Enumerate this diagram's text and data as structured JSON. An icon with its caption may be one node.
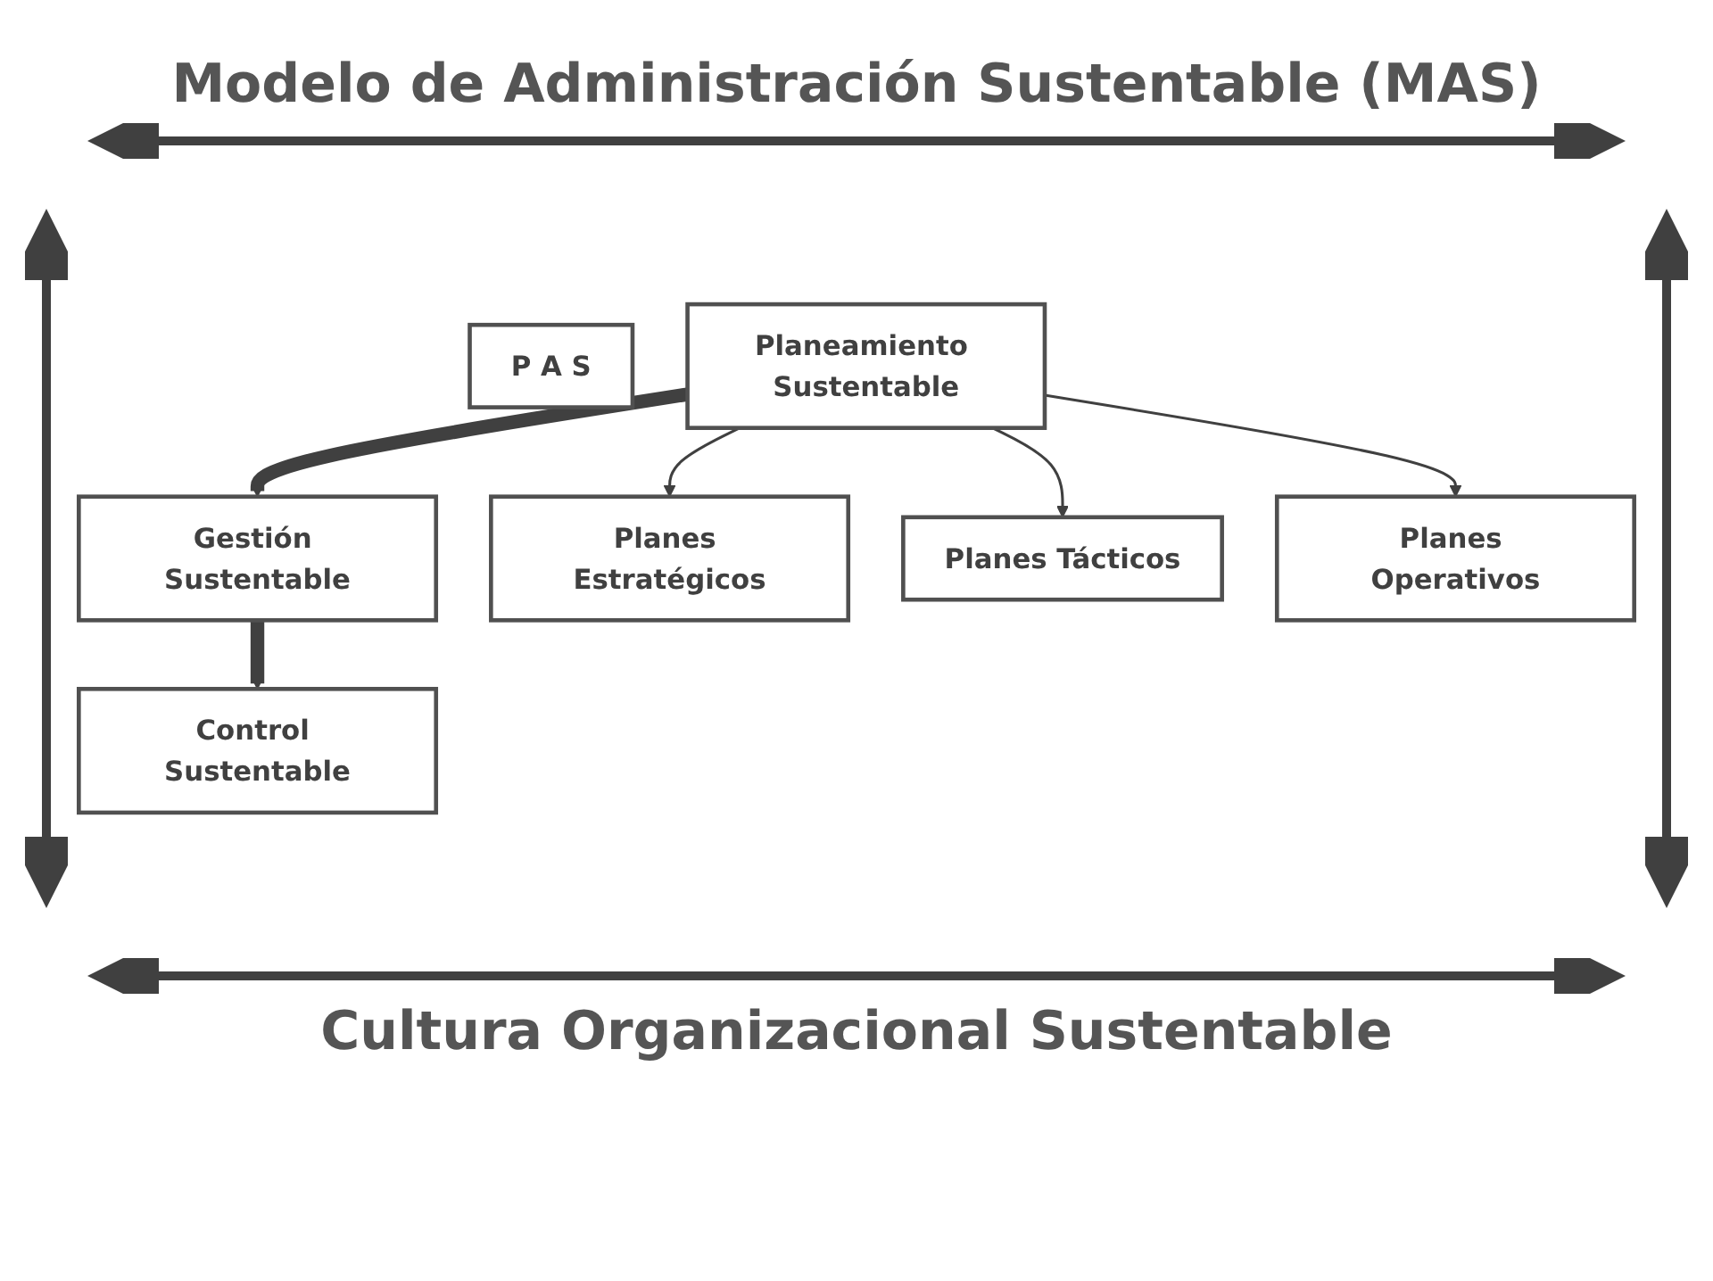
{
  "diagram": {
    "title": "Modelo de Administración Sustentable (MAS)",
    "caption": "Cultura Organizacional Sustentable",
    "nodes": [
      {
        "text": [
          "P A S"
        ]
      },
      {
        "text": [
          "Planeamiento Sustentable"
        ]
      },
      {
        "text": [
          "Gestión Sustentable"
        ]
      },
      {
        "text": [
          "Control Sustentable"
        ]
      },
      {
        "text": [
          "Planes Estratégicos"
        ]
      },
      {
        "text": [
          "Planes Tácticos"
        ]
      },
      {
        "text": [
          "Planes Operativos"
        ]
      }
    ],
    "edges": [
      {
        "from": 1,
        "to": 2,
        "arrow": "to",
        "style": "thick"
      },
      {
        "from": 2,
        "to": 3,
        "arrow": "to",
        "style": "thick"
      },
      {
        "from": 1,
        "to": 4,
        "arrow": "to"
      },
      {
        "from": 1,
        "to": 5,
        "arrow": "to"
      },
      {
        "from": 1,
        "to": 6,
        "arrow": "to"
      }
    ]
  }
}
